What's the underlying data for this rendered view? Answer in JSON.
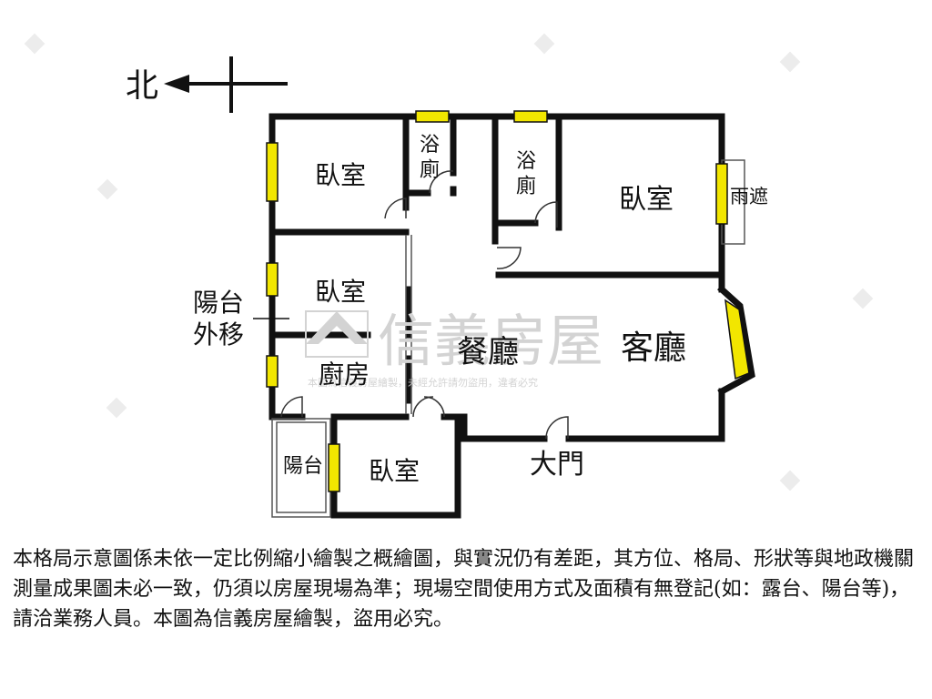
{
  "compass": {
    "north_label": "北"
  },
  "rooms": {
    "bedroom_nw": "臥室",
    "bath_1": "浴\n廁",
    "bath_2": "浴\n廁",
    "bedroom_ne": "臥室",
    "canopy": "雨遮",
    "bedroom_w": "臥室",
    "balcony_moved": "陽台\n外移",
    "kitchen": "廚房",
    "dining": "餐廳",
    "living": "客廳",
    "balcony": "陽台",
    "bedroom_s": "臥室",
    "main_door": "大門"
  },
  "watermark": {
    "brand": "信義房屋",
    "subtext": "本圖為信義房屋繪製，未經允許請勿盜用，違者必究"
  },
  "disclaimer": "本格局示意圖係未依一定比例縮小繪製之概繪圖，與實況仍有差距，其方位、格局、形狀等與地政機關測量成果圖未必一致，仍須以房屋現場為準；現場空間使用方式及面積有無登記(如：露台、陽台等)，請洽業務人員。本圖為信義房屋繪製，盜用必究。",
  "colors": {
    "wall": "#111111",
    "window": "#f2e600",
    "watermark": "#d3d3d3",
    "background": "#ffffff"
  }
}
